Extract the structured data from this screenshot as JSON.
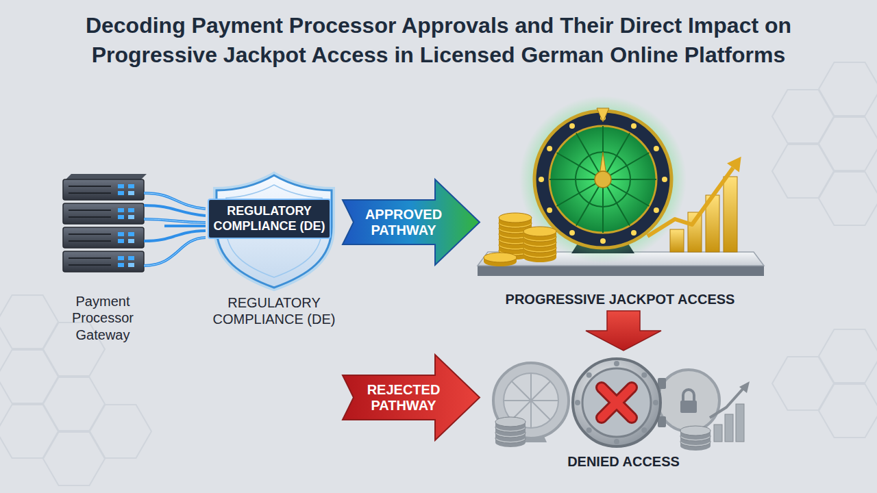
{
  "diagram": {
    "title": "Decoding Payment Processor Approvals and Their Direct Impact on Progressive Jackpot Access in Licensed German Online Platforms",
    "nodes": [
      {
        "text": [
          "Payment Processor Gateway"
        ]
      },
      {
        "text": [
          "REGULATORY COMPLIANCE (DE)",
          "REGULATORY COMPLIANCE (DE)"
        ]
      },
      {
        "text": [
          "APPROVED PATHWAY"
        ]
      },
      {
        "text": [
          "PROGRESSIVE JACKPOT ACCESS"
        ]
      },
      {
        "text": [
          "REJECTED PATHWAY"
        ]
      },
      {
        "text": [
          "DENIED ACCESS"
        ]
      }
    ],
    "edges": [
      {
        "from": 0,
        "to": 1,
        "arrow": "none"
      },
      {
        "from": 3,
        "to": 5,
        "arrow": "to"
      }
    ]
  }
}
